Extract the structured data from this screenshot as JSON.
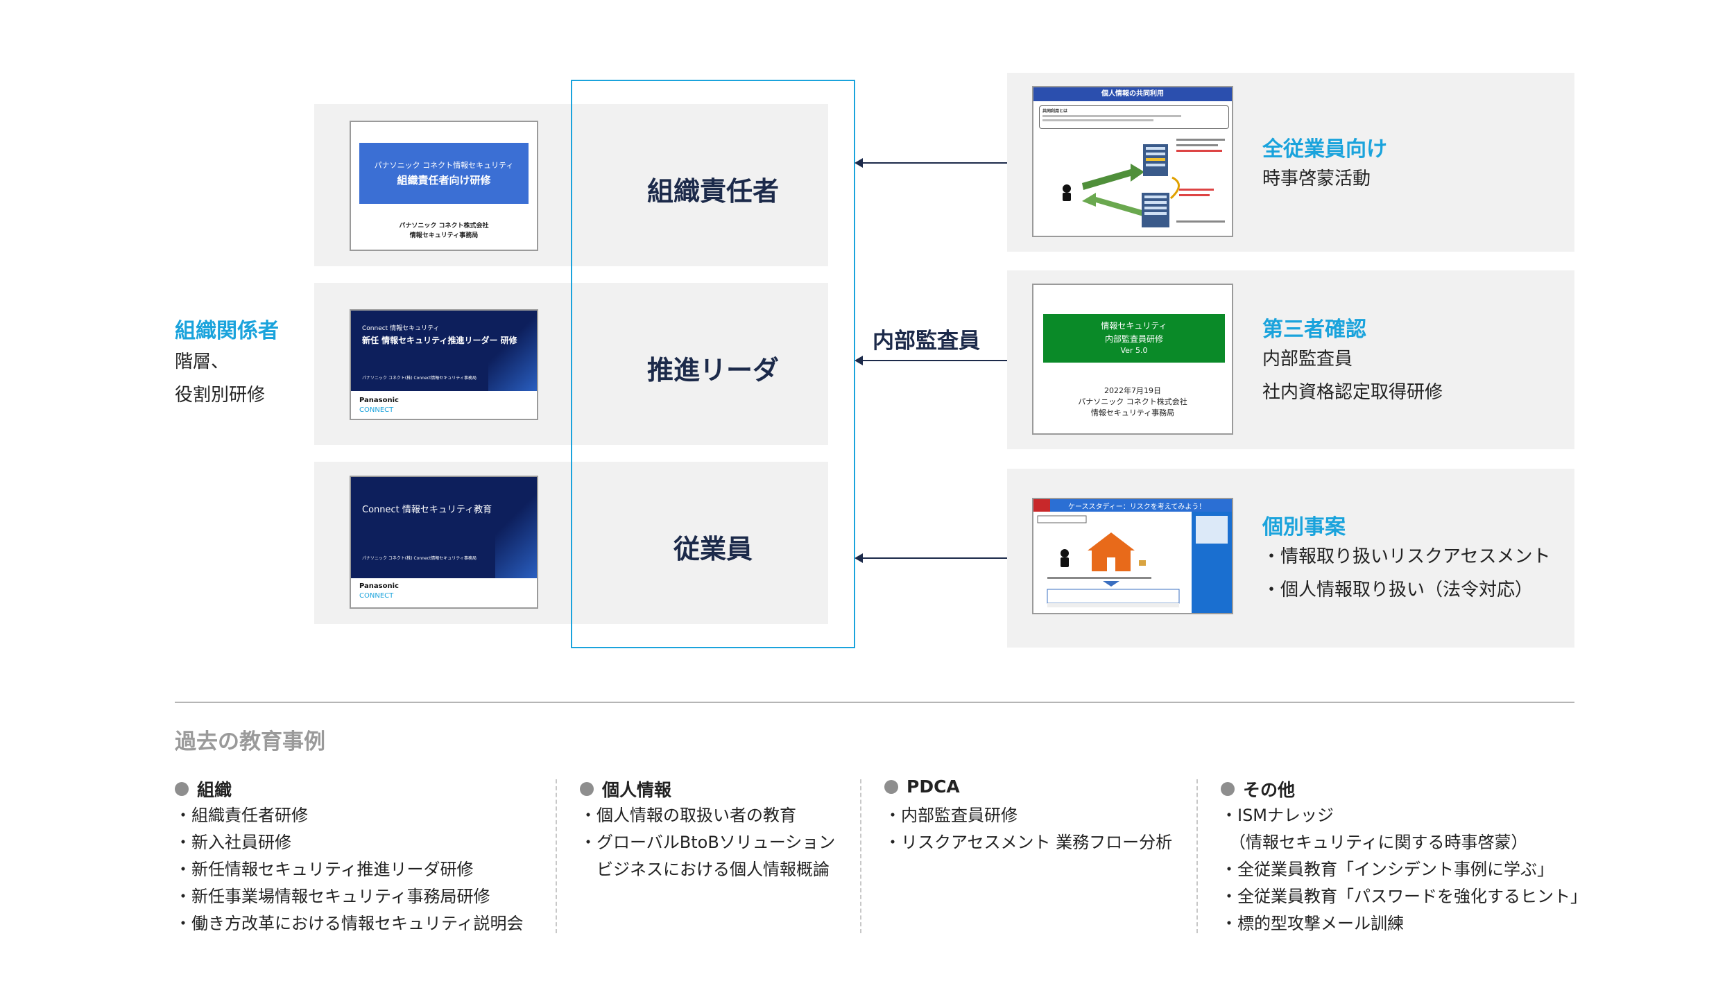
{
  "left_group": {
    "title": "組織関係者",
    "lines": [
      "階層、",
      "役割別研修"
    ]
  },
  "roles": [
    {
      "label": "組織責任者"
    },
    {
      "label": "推進リーダ"
    },
    {
      "label": "従業員"
    }
  ],
  "center_label": "内部監査員",
  "thumbs": {
    "t1": {
      "line1": "パナソニック コネクト情報セキュリティ",
      "line2": "組織責任者向け研修",
      "org1": "パナソニック コネクト株式会社",
      "org2": "情報セキュリティ事務局"
    },
    "t2": {
      "sub": "Connect 情報セキュリティ",
      "title": "新任 情報セキュリティ推進リーダー 研修",
      "org": "パナソニック コネクト(株) Connect情報セキュリティ事務局",
      "logo1": "Panasonic",
      "logo2": "CONNECT"
    },
    "t3": {
      "title": "Connect 情報セキュリティ教育",
      "org": "パナソニック コネクト(株) Connect情報セキュリティ事務局",
      "logo1": "Panasonic",
      "logo2": "CONNECT"
    },
    "t4": {
      "title": "個人情報の共同利用",
      "head": "共同利用とは"
    },
    "t5": {
      "line1": "情報セキュリティ",
      "line2": "内部監査員研修",
      "line3": "Ver 5.0",
      "date": "2022年7月19日",
      "org1": "パナソニック コネクト株式会社",
      "org2": "情報セキュリティ事務局"
    },
    "t6": {
      "title": "ケーススタディー：リスクを考えてみよう！"
    }
  },
  "right_groups": [
    {
      "title": "全従業員向け",
      "lines": [
        "時事啓蒙活動"
      ]
    },
    {
      "title": "第三者確認",
      "lines": [
        "内部監査員",
        "社内資格認定取得研修"
      ]
    },
    {
      "title": "個別事案",
      "lines": [
        "・情報取り扱いリスクアセスメント",
        "・個人情報取り扱い（法令対応）"
      ]
    }
  ],
  "past_section": {
    "title": "過去の教育事例",
    "columns": [
      {
        "heading": "組織",
        "items": [
          "・組織責任者研修",
          "・新入社員研修",
          "・新任情報セキュリティ推進リーダ研修",
          "・新任事業場情報セキュリティ事務局研修",
          "・働き方改革における情報セキュリティ説明会"
        ]
      },
      {
        "heading": "個人情報",
        "items": [
          "・個人情報の取扱い者の教育",
          "・グローバルBtoBソリューション",
          "　ビジネスにおける個人情報概論"
        ]
      },
      {
        "heading": "PDCA",
        "items": [
          "・内部監査員研修",
          "・リスクアセスメント 業務フロー分析"
        ]
      },
      {
        "heading": "その他",
        "items": [
          "・ISMナレッジ",
          "　（情報セキュリティに関する時事啓蒙）",
          "・全従業員教育「インシデント事例に学ぶ」",
          "・全従業員教育「パスワードを強化するヒント」",
          "・標的型攻撃メール訓練"
        ]
      }
    ]
  },
  "colors": {
    "accent": "#1aa3dc",
    "navy": "#1c2a4a",
    "panel": "#f1f1f1",
    "green": "#0a8a28",
    "slide_blue": "#3b6fd4",
    "slide_navy": "#0d1f5c"
  }
}
